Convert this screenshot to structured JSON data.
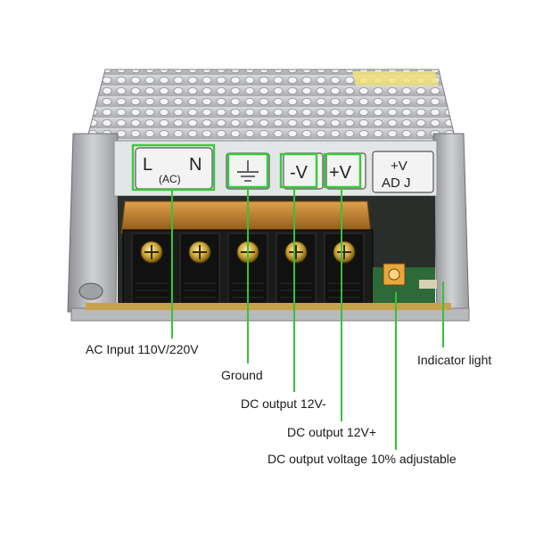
{
  "panel_labels": {
    "live": "L",
    "neutral": "N",
    "ac": "(AC)",
    "minus_v": "-V",
    "plus_v": "+V",
    "adj_top": "+V",
    "adj_bottom": "AD J"
  },
  "callouts": {
    "ac_input": "AC Input 110V/220V",
    "ground": "Ground",
    "dc_minus": "DC output 12V-",
    "dc_plus": "DC output 12V+",
    "dc_adjust": "DC output voltage 10% adjustable",
    "indicator": "Indicator light"
  },
  "colors": {
    "highlight": "#3cc83c",
    "leader": "#3bbf3b",
    "metal": "#c9cbce",
    "terminal_block": "#1b1b1b",
    "terminal_cover": "#c5862e",
    "pcb": "#2c6a3a"
  }
}
